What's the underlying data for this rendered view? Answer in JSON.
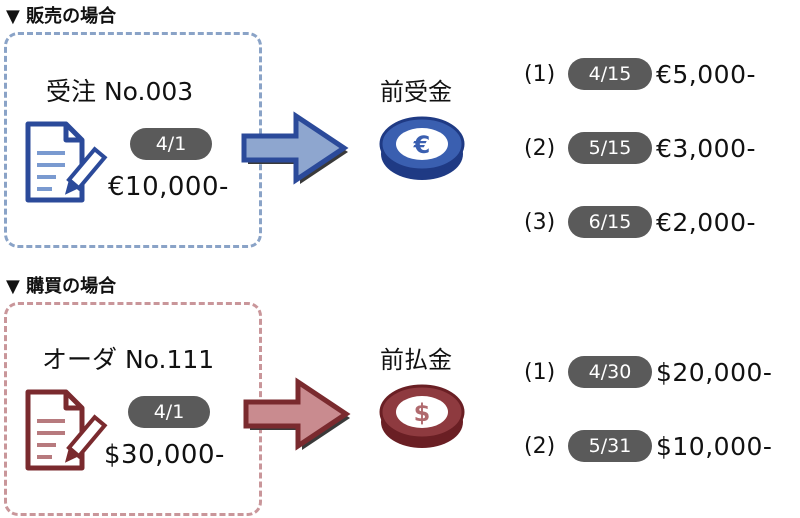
{
  "sales": {
    "title": "▼ 販売の場合",
    "order_title": "受注 No.003",
    "order_date": "4/1",
    "order_amount": "€10,000-",
    "result_label": "前受金",
    "result_symbol": "€",
    "color": "#2b4a9a",
    "border_color": "#8aa3c7",
    "arrow_fill": "#8ea6cf",
    "items": [
      {
        "index": "(1)",
        "date": "4/15",
        "amount": "€5,000-"
      },
      {
        "index": "(2)",
        "date": "5/15",
        "amount": "€3,000-"
      },
      {
        "index": "(3)",
        "date": "6/15",
        "amount": "€2,000-"
      }
    ]
  },
  "purchase": {
    "title": "▼ 購買の場合",
    "order_title": "オーダ No.111",
    "order_date": "4/1",
    "order_amount": "$30,000-",
    "result_label": "前払金",
    "result_symbol": "$",
    "color": "#7a2a2e",
    "border_color": "#c9969a",
    "arrow_fill": "#c98b8f",
    "items": [
      {
        "index": "(1)",
        "date": "4/30",
        "amount": "$20,000-"
      },
      {
        "index": "(2)",
        "date": "5/31",
        "amount": "$10,000-"
      }
    ]
  }
}
